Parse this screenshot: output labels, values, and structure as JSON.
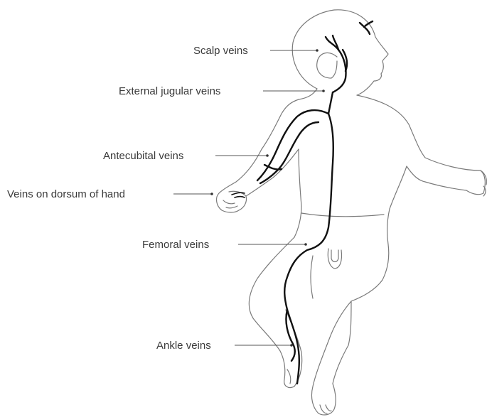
{
  "labels": {
    "scalp": "Scalp veins",
    "external_jugular": "External jugular veins",
    "antecubital": "Antecubital veins",
    "dorsum_hand": "Veins on dorsum of hand",
    "femoral": "Femoral veins",
    "ankle": "Ankle veins"
  },
  "colors": {
    "outline": "#7a7a7a",
    "vein": "#111111",
    "text": "#3a3a3a"
  }
}
